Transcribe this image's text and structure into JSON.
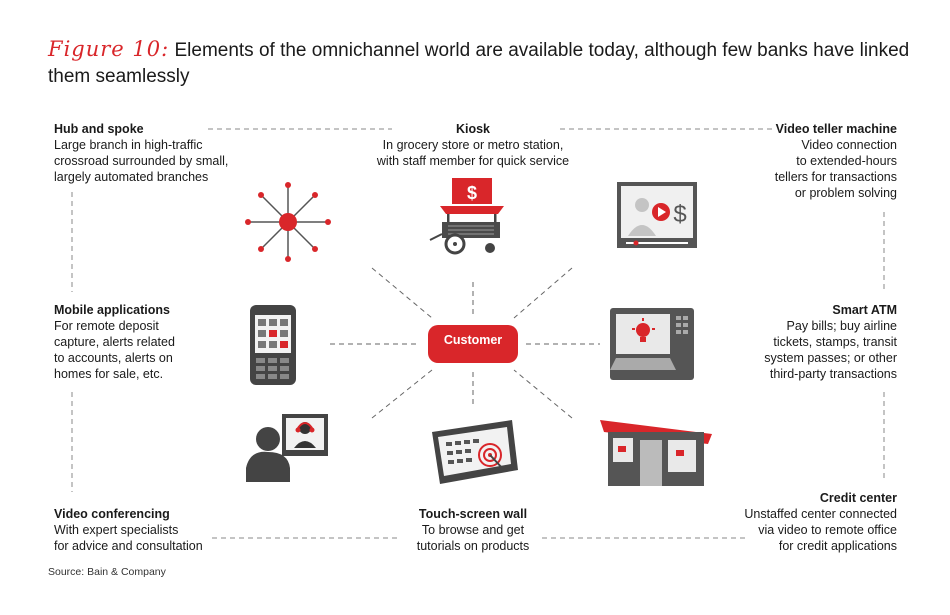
{
  "title": {
    "figure": "Figure 10:",
    "text": "Elements of the omnichannel world are available today, although few banks have linked them seamlessly"
  },
  "center": {
    "label": "Customer"
  },
  "blocks": {
    "hub": {
      "heading": "Hub and spoke",
      "lines": [
        "Large branch in high-traffic",
        "crossroad surrounded by small,",
        "largely automated branches"
      ]
    },
    "kiosk": {
      "heading": "Kiosk",
      "lines": [
        "In grocery store or metro station,",
        "with staff member for quick service"
      ]
    },
    "vtm": {
      "heading": "Video teller machine",
      "lines": [
        "Video connection",
        "to extended-hours",
        "tellers for transactions",
        "or problem solving"
      ]
    },
    "mobile": {
      "heading": "Mobile applications",
      "lines": [
        "For remote deposit",
        "capture, alerts related",
        "to accounts, alerts on",
        "homes for sale, etc."
      ]
    },
    "atm": {
      "heading": "Smart ATM",
      "lines": [
        "Pay bills; buy airline",
        "tickets, stamps, transit",
        "system passes; or other",
        "third-party transactions"
      ]
    },
    "videoconf": {
      "heading": "Video conferencing",
      "lines": [
        "With expert specialists",
        "for advice and consultation"
      ]
    },
    "touch": {
      "heading": "Touch-screen wall",
      "lines": [
        "To browse and get",
        "tutorials on products"
      ]
    },
    "credit": {
      "heading": "Credit center",
      "lines": [
        "Unstaffed center connected",
        "via video to remote office",
        "for credit applications"
      ]
    }
  },
  "icons": {
    "hub": "hub-and-spoke-icon",
    "kiosk": "kiosk-cart-icon",
    "vtm": "video-teller-icon",
    "mobile": "mobile-phone-icon",
    "atm": "smart-atm-icon",
    "videoconf": "video-conference-icon",
    "touch": "touch-screen-icon",
    "credit": "credit-center-icon",
    "kiosk_sign": "$",
    "vtm_sign": "$"
  },
  "colors": {
    "accent": "#d9262a",
    "dark": "#3a3a3a",
    "gray": "#9a9a9a"
  },
  "source": "Source: Bain & Company"
}
